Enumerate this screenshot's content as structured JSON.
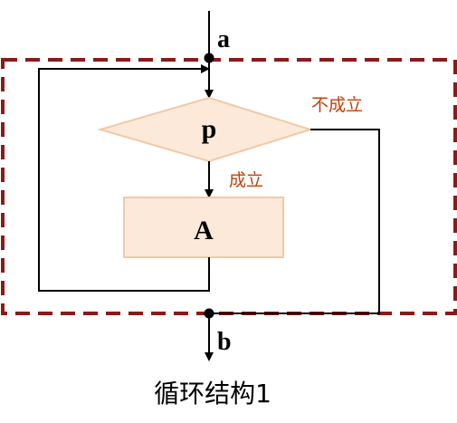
{
  "diagram": {
    "entry_label": "a",
    "exit_label": "b",
    "condition": "p",
    "action": "A",
    "true_label": "成立",
    "false_label": "不成立",
    "caption": "循环结构1"
  },
  "colors": {
    "line": "#000000",
    "shape_fill": "#fde9d9",
    "shape_stroke": "#f1c9a7",
    "dashed_border": "#8b1a1a",
    "condition_label": "#c0410d"
  }
}
